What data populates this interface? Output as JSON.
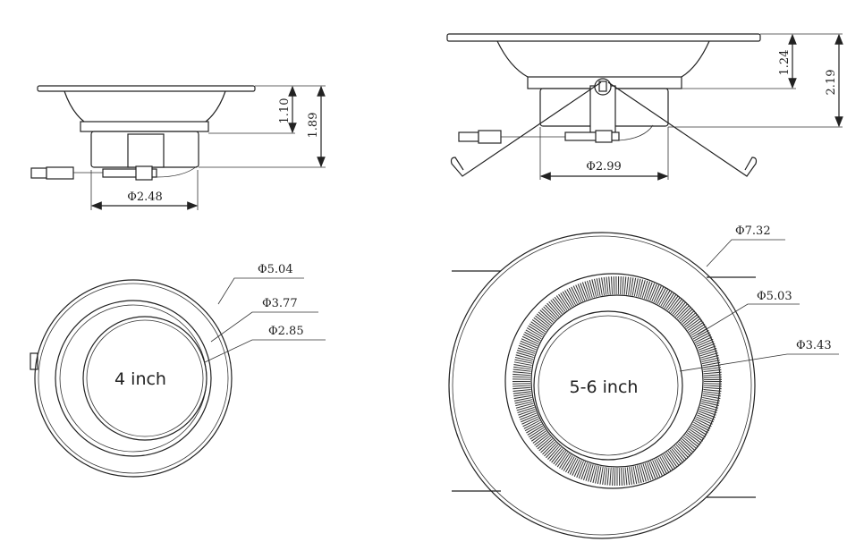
{
  "small_side_view": {
    "height_flange": "1.10",
    "height_total": "1.89",
    "body_diameter": "Φ2.48"
  },
  "large_side_view": {
    "height_flange": "1.24",
    "height_total": "2.19",
    "body_diameter": "Φ2.99"
  },
  "small_front_view": {
    "label": "4 inch",
    "outer_diameter": "Φ5.04",
    "ring_diameter": "Φ3.77",
    "inner_diameter": "Φ2.85"
  },
  "large_front_view": {
    "label": "5-6 inch",
    "outer_diameter": "Φ7.32",
    "ring_diameter": "Φ5.03",
    "inner_diameter": "Φ3.43"
  }
}
